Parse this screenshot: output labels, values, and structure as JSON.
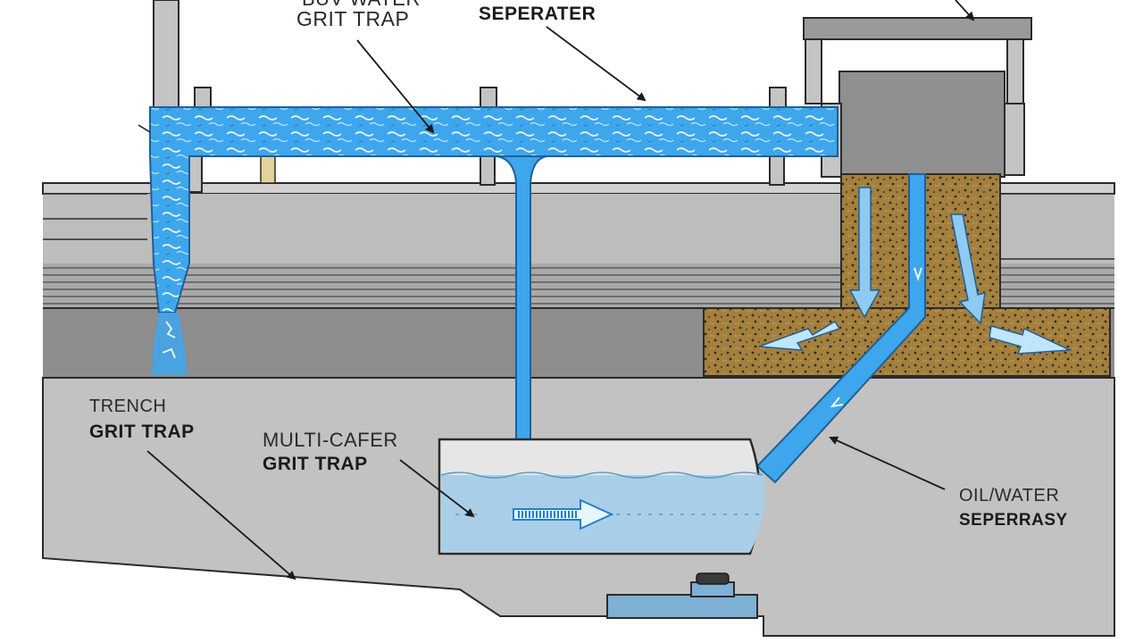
{
  "labels": {
    "top_left_line1": "BUV WATER",
    "top_left_line2": "GRIT TRAP",
    "top_center": "SEPERATER",
    "trench_line1": "TRENCH",
    "trench_line2": "GRIT TRAP",
    "multi_line1": "MULTI-CAFER",
    "multi_line2": "GRIT TRAP",
    "oil_line1": "OIL/WATER",
    "oil_line2": "SEPERRASY"
  },
  "colors": {
    "water": "#3ea6ec",
    "water_dark": "#1f7fd0",
    "ground": "#bdbdbd",
    "ground_dark": "#8d8d8d",
    "gravel": "#9b7a3c",
    "structure": "#b8b8b8",
    "outline": "#2b2b2b"
  }
}
